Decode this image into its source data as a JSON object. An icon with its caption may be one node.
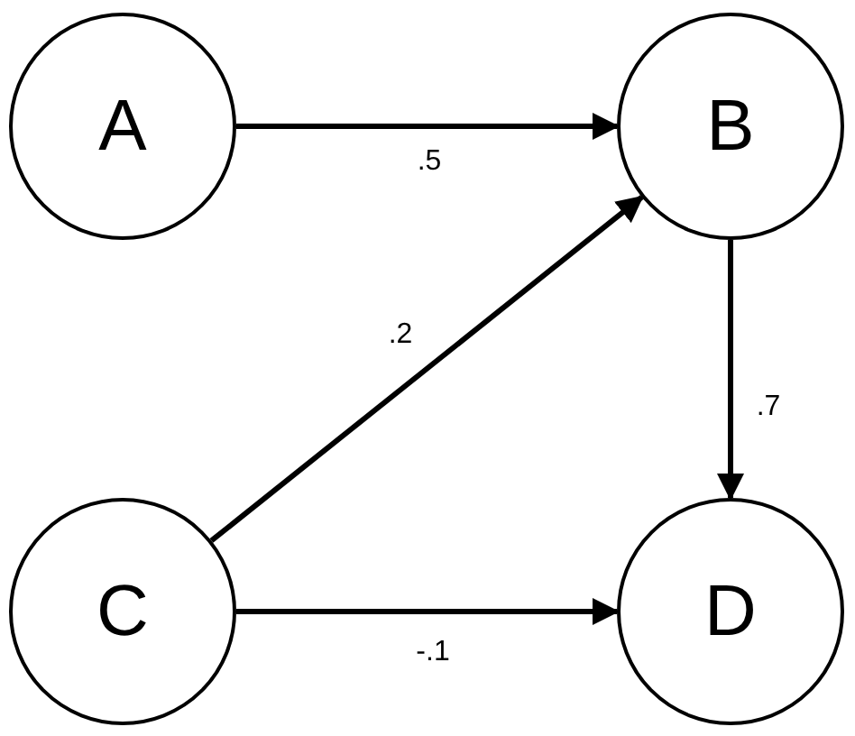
{
  "diagram": {
    "nodes": [
      {
        "text": [
          "A"
        ]
      },
      {
        "text": [
          "B"
        ]
      },
      {
        "text": [
          "C"
        ]
      },
      {
        "text": [
          "D"
        ]
      }
    ],
    "edges": [
      {
        "from": 0,
        "to": 1,
        "arrow": "to",
        "label": ".5"
      },
      {
        "from": 2,
        "to": 1,
        "arrow": "to",
        "label": ".2"
      },
      {
        "from": 1,
        "to": 3,
        "arrow": "to",
        "label": ".7"
      },
      {
        "from": 2,
        "to": 3,
        "arrow": "to",
        "label": "-.1"
      }
    ]
  }
}
